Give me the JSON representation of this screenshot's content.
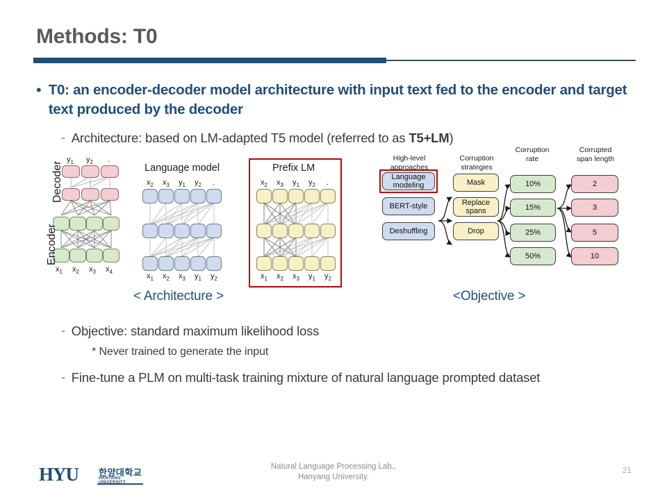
{
  "slide": {
    "title": "Methods: T0",
    "page_number": "21"
  },
  "bullets": {
    "main": "T0: an encoder-decoder model architecture with input text fed to the encoder and target text produced by the decoder",
    "main_bullet_glyph": "•",
    "dash_glyph": "-",
    "sub_architecture_pre": "Architecture: based on LM-adapted T5 model (referred to as ",
    "sub_architecture_bold": "T5+LM",
    "sub_architecture_post": ")",
    "sub_objective": "Objective: standard maximum likelihood loss",
    "star_note": "* Never trained to generate the input",
    "sub_finetune": "Fine-tune a PLM on multi-task training mixture of natural language prompted dataset"
  },
  "captions": {
    "architecture": "< Architecture >",
    "objective": "<Objective >"
  },
  "figure_architecture": {
    "panels": [
      {
        "name": "encoder-decoder",
        "title": "",
        "side_labels": [
          "Decoder",
          "Encoder"
        ],
        "top_tokens": [
          "y1",
          "y2",
          "."
        ],
        "bottom_tokens": [
          "x1",
          "x2",
          "x3",
          "x4"
        ],
        "decoder_color": "#f2cdd1",
        "encoder_color": "#d6e9ce"
      },
      {
        "name": "language-model",
        "title": "Language model",
        "top_tokens": [
          "x2",
          "x3",
          "y1",
          "y2",
          "."
        ],
        "bottom_tokens": [
          "x1",
          "x2",
          "x3",
          "y1",
          "y2"
        ],
        "node_color": "#cfdcee"
      },
      {
        "name": "prefix-lm",
        "title": "Prefix LM",
        "top_tokens": [
          "x2",
          "x3",
          "y1",
          "y2",
          "."
        ],
        "bottom_tokens": [
          "x1",
          "x2",
          "x3",
          "y1",
          "y2"
        ],
        "node_color": "#faf0c8",
        "highlight_color": "#c00000"
      }
    ]
  },
  "figure_objective": {
    "columns": [
      {
        "header": "High-level\napproaches",
        "items": [
          "Language\nmodeling",
          "BERT-style",
          "Deshuffling"
        ],
        "color": "#cfdcee",
        "highlighted_item": "Language\nmodeling"
      },
      {
        "header": "Corruption\nstrategies",
        "items": [
          "Mask",
          "Replace\nspans",
          "Drop"
        ],
        "color": "#faf0c8"
      },
      {
        "header": "Corruption\nrate",
        "items": [
          "10%",
          "15%",
          "25%",
          "50%"
        ],
        "color": "#d6e9ce"
      },
      {
        "header": "Corrupted\nspan length",
        "items": [
          "2",
          "3",
          "5",
          "10"
        ],
        "color": "#f2cdd1"
      }
    ],
    "highlight_color": "#c00000"
  },
  "footer": {
    "logo_mark": "HYU",
    "logo_korean": "한양대학교",
    "logo_english": "HANYANG UNIVERSITY",
    "lab_line1": "Natural Language Processing Lab.,",
    "lab_line2": "Hanyang University."
  },
  "colors": {
    "title_text": "#595959",
    "accent_blue": "#1f4e79",
    "body_text": "#3b3b3b",
    "highlight_red": "#c00000"
  }
}
